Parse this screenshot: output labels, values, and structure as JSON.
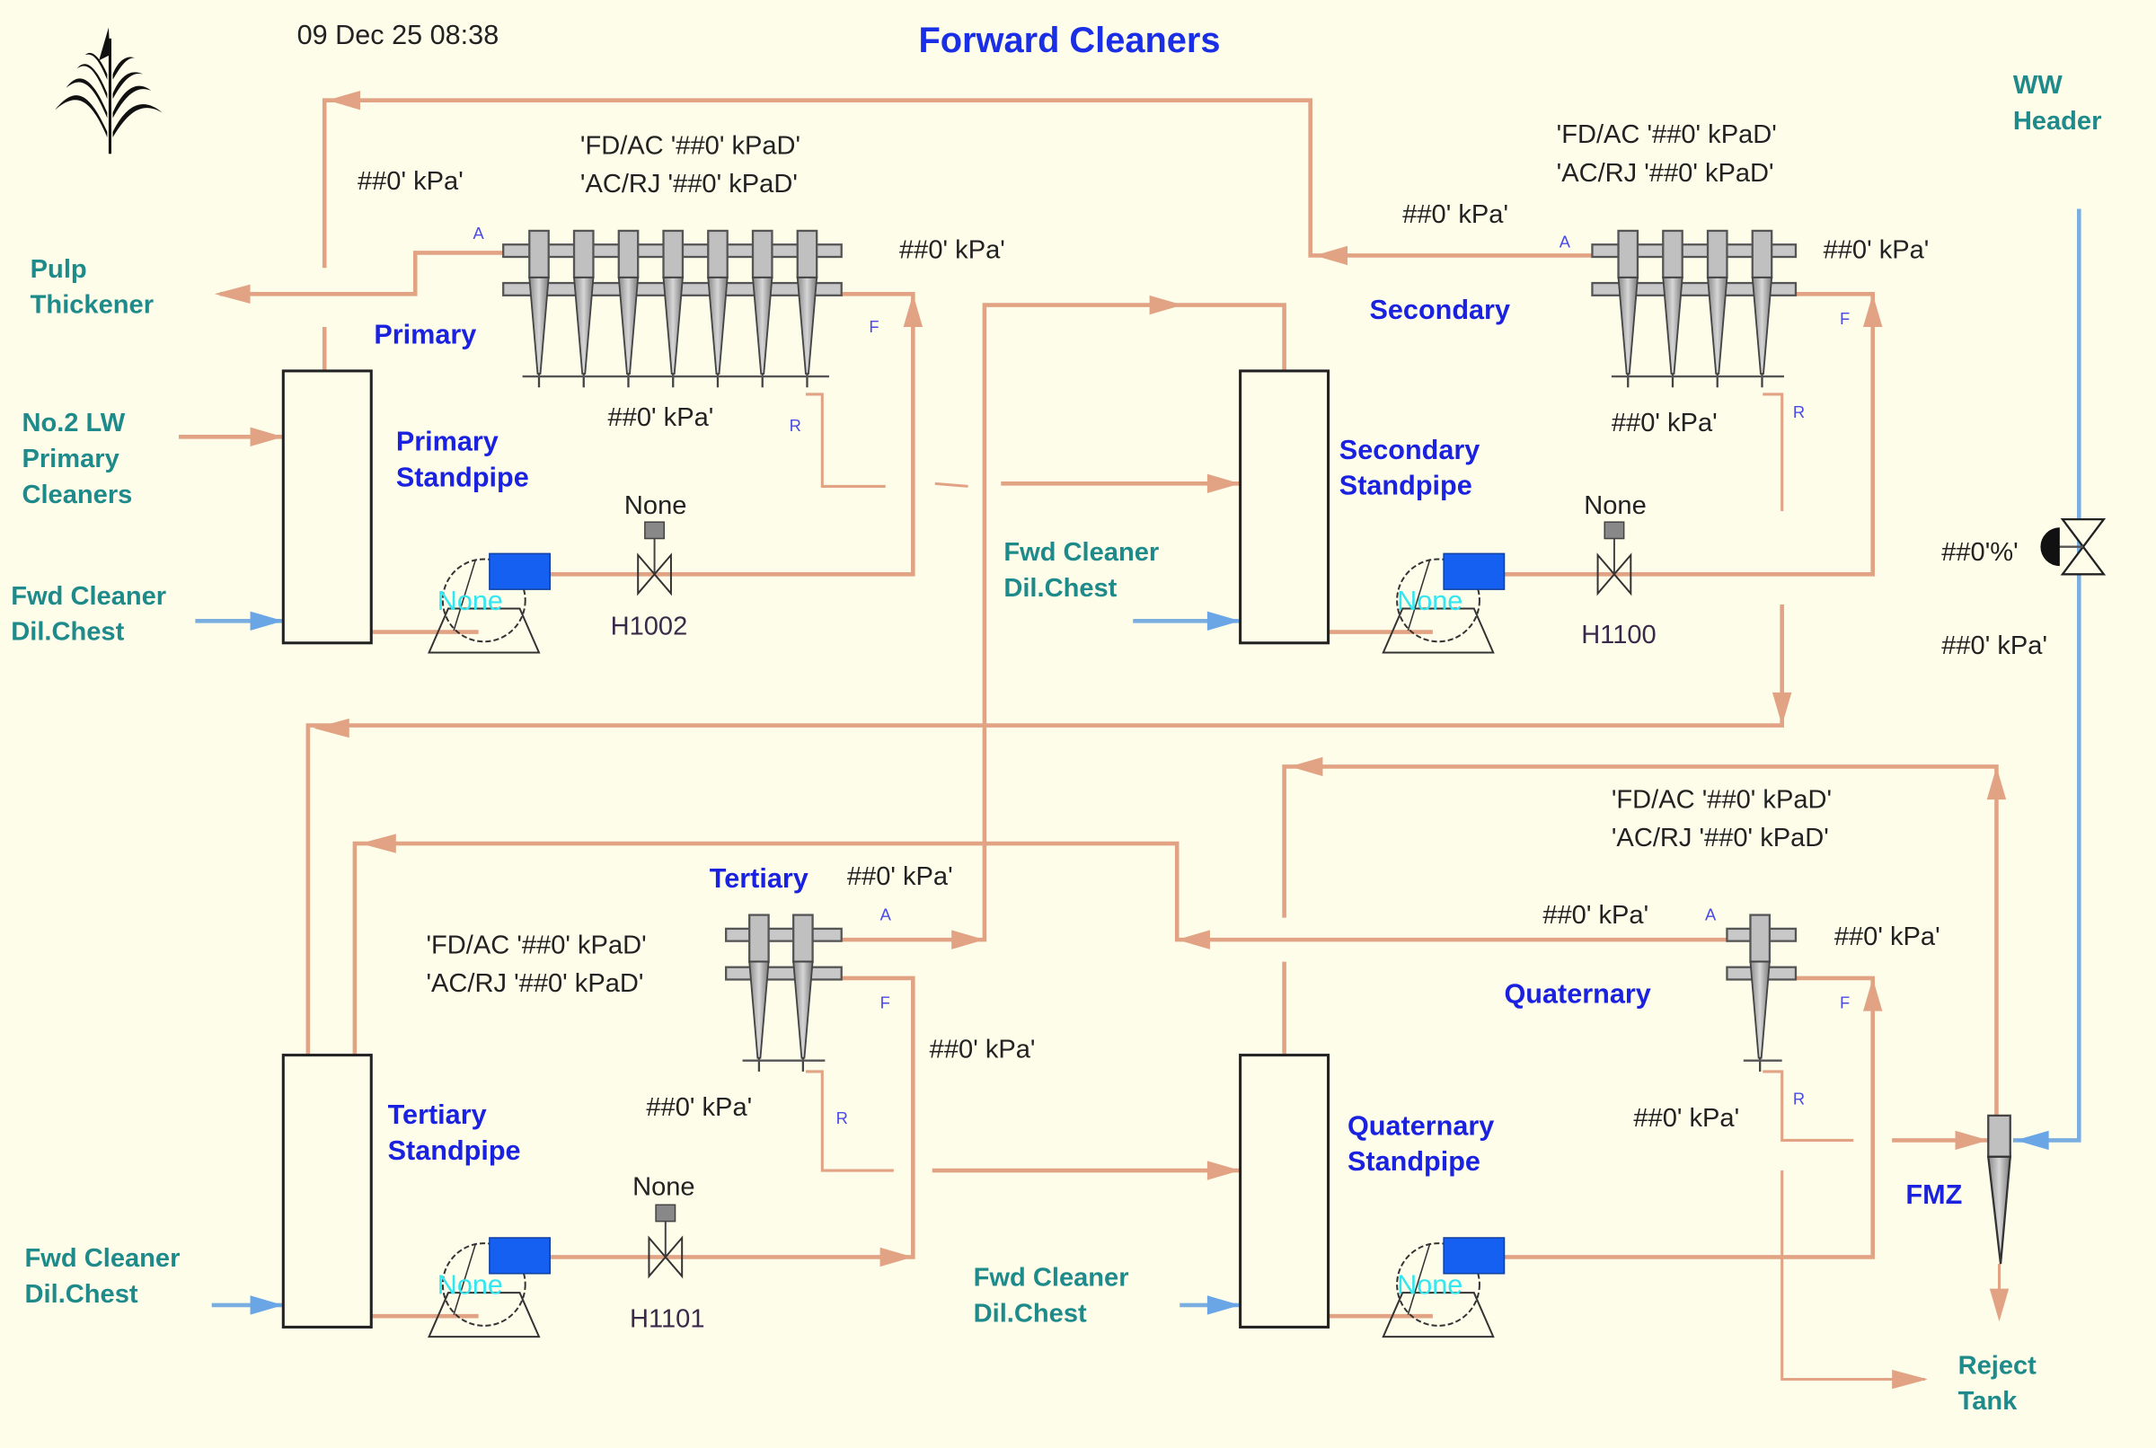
{
  "header": {
    "timestamp": "09 Dec 25 08:38",
    "title": "Forward Cleaners",
    "logo_icon": "fern-logo-icon"
  },
  "colors": {
    "stock_pipe": "#e2a385",
    "water_pipe": "#7aaee0",
    "title": "#1a2ee6",
    "stage_label": "#1a22e0",
    "external_label": "#1f8a8a",
    "pump_motor": "#1560f0",
    "pump_status": "#33e6f0"
  },
  "external": {
    "pulp_thickener": [
      "Pulp",
      "Thickener"
    ],
    "no2_lw": [
      "No.2 LW",
      "Primary",
      "Cleaners"
    ],
    "dil_chest_primary": [
      "Fwd Cleaner",
      "Dil.Chest"
    ],
    "dil_chest_secondary": [
      "Fwd Cleaner",
      "Dil.Chest"
    ],
    "dil_chest_tertiary": [
      "Fwd Cleaner",
      "Dil.Chest"
    ],
    "dil_chest_quaternary": [
      "Fwd Cleaner",
      "Dil.Chest"
    ],
    "ww_header": [
      "WW",
      "Header"
    ],
    "reject_tank": [
      "Reject",
      "Tank"
    ]
  },
  "ports": {
    "accept": "A",
    "feed": "F",
    "reject": "R"
  },
  "stages": {
    "primary": {
      "label": "Primary",
      "standpipe": [
        "Primary",
        "Standpipe"
      ],
      "fdac": "'FD/AC '##0' kPaD'",
      "acrj": "'AC/RJ '##0' kPaD'",
      "accept_pressure": "##0' kPa'",
      "feed_pressure": "##0' kPa'",
      "reject_pressure": "##0' kPa'",
      "pump_status": "None",
      "valve_status": "None",
      "valve_tag": "H1002",
      "cleaner_count": 7
    },
    "secondary": {
      "label": "Secondary",
      "standpipe": [
        "Secondary",
        "Standpipe"
      ],
      "fdac": "'FD/AC '##0' kPaD'",
      "acrj": "'AC/RJ '##0' kPaD'",
      "accept_pressure": "##0' kPa'",
      "feed_pressure": "##0' kPa'",
      "reject_pressure": "##0' kPa'",
      "pump_status": "None",
      "valve_status": "None",
      "valve_tag": "H1100",
      "cleaner_count": 4
    },
    "tertiary": {
      "label": "Tertiary",
      "standpipe": [
        "Tertiary",
        "Standpipe"
      ],
      "fdac": "'FD/AC '##0' kPaD'",
      "acrj": "'AC/RJ '##0' kPaD'",
      "accept_pressure": "##0' kPa'",
      "feed_pressure": "##0' kPa'",
      "reject_pressure": "##0' kPa'",
      "pump_status": "None",
      "valve_status": "None",
      "valve_tag": "H1101",
      "cleaner_count": 2
    },
    "quaternary": {
      "label": "Quaternary",
      "standpipe": [
        "Quaternary",
        "Standpipe"
      ],
      "fdac": "'FD/AC '##0' kPaD'",
      "acrj": "'AC/RJ '##0' kPaD'",
      "accept_pressure": "##0' kPa'",
      "feed_pressure": "##0' kPa'",
      "reject_pressure": "##0' kPa'",
      "pump_status": "None",
      "cleaner_count": 1
    }
  },
  "fmz": {
    "label": "FMZ",
    "ww_valve_output": "##0'%'",
    "ww_pressure": "##0' kPa'"
  }
}
